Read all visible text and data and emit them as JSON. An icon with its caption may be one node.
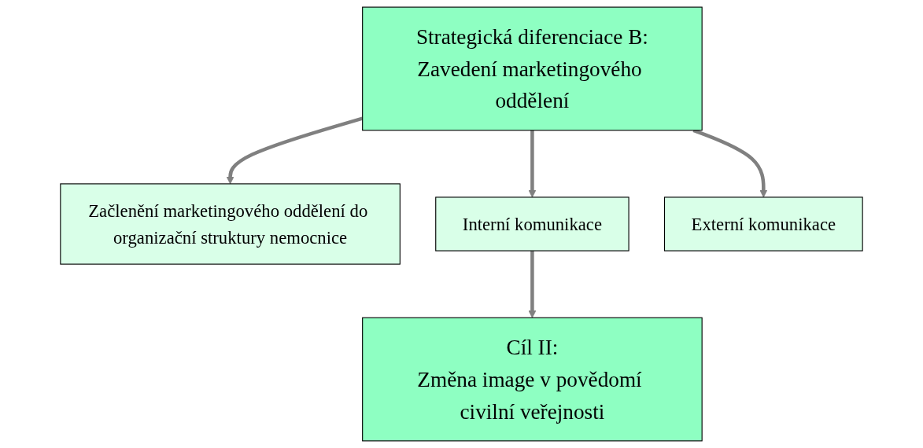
{
  "diagram": {
    "nodes": [
      {
        "text": [
          "Strategická diferenciace B:",
          "Zavedení marketingového oddělení"
        ]
      },
      {
        "text": [
          "Začlenění marketingového oddělení do organizační struktury nemocnice"
        ]
      },
      {
        "text": [
          "Interní komunikace"
        ]
      },
      {
        "text": [
          "Externí komunikace"
        ]
      },
      {
        "text": [
          "Cíl II:",
          "Změna image v povědomí civilní veřejnosti"
        ]
      }
    ],
    "edges": [
      {
        "from": 0,
        "to": 1,
        "arrow": "to"
      },
      {
        "from": 0,
        "to": 2,
        "arrow": "to"
      },
      {
        "from": 0,
        "to": 3,
        "arrow": "to"
      },
      {
        "from": 2,
        "to": 4,
        "arrow": "to"
      }
    ]
  }
}
